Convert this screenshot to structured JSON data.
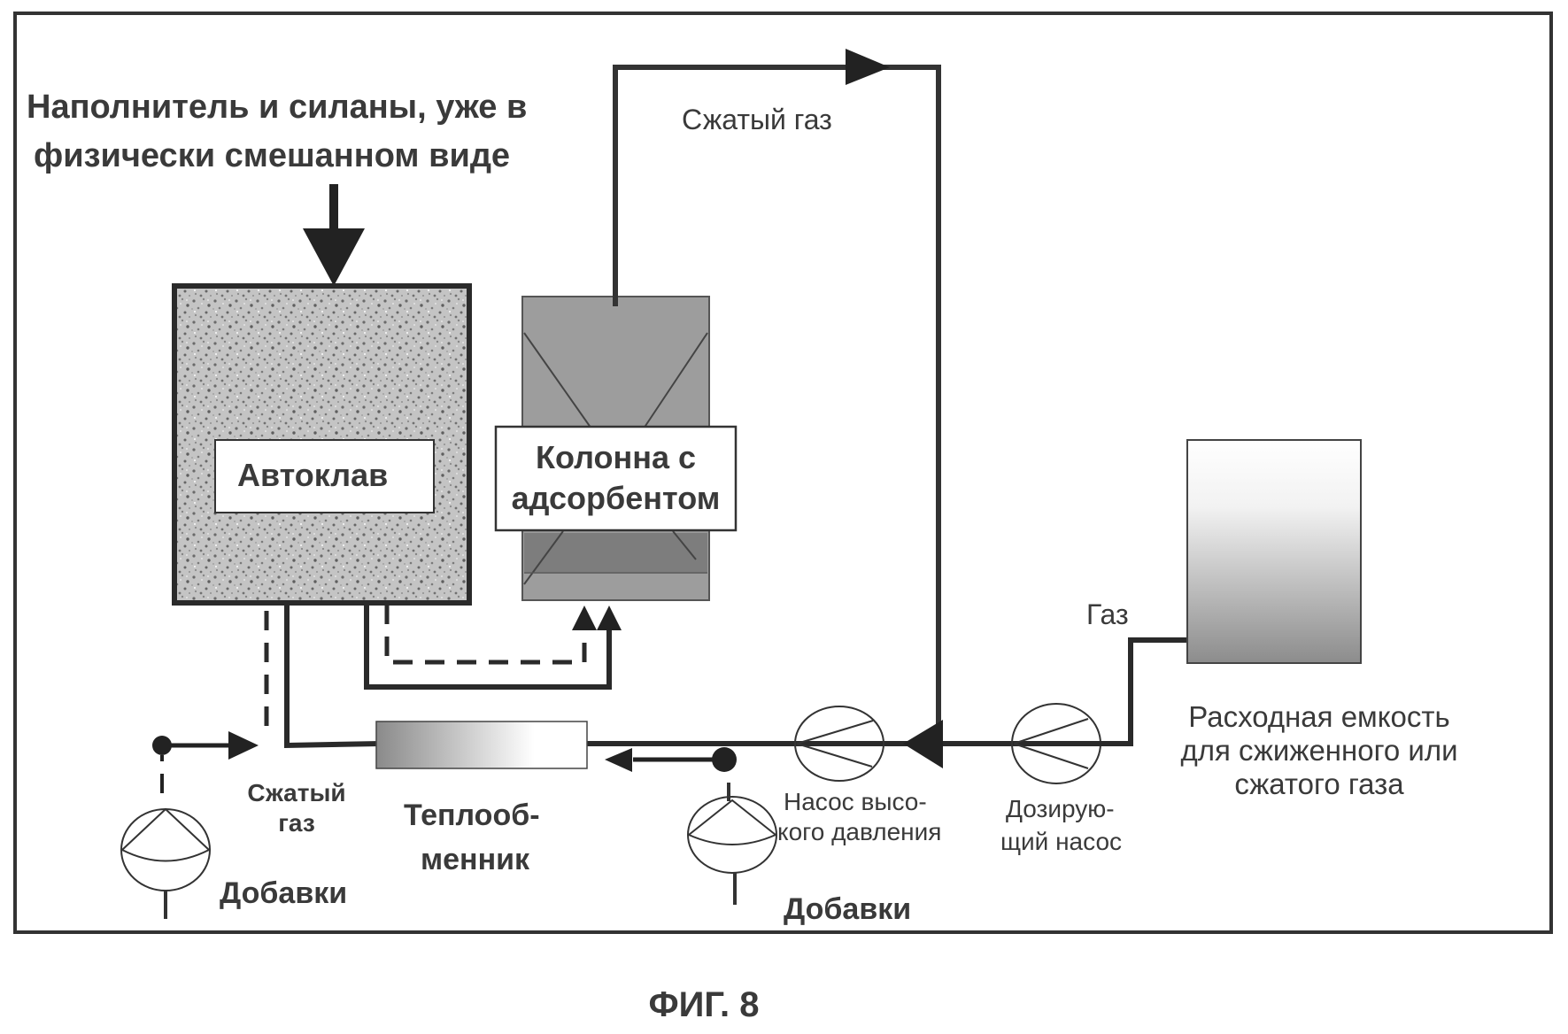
{
  "figure": {
    "caption": "ФИГ. 8",
    "colors": {
      "line": "#2f2f2f",
      "text": "#3a3a3a",
      "autoclave_fill": "#b5b5b5",
      "column_fill": "#9a9a9a",
      "column_band": "#7f7f7f",
      "tank_gradient_top": "#ffffff",
      "tank_gradient_bottom": "#8c8c8c",
      "hx_gradient_left": "#8a8a8a",
      "hx_gradient_right": "#ffffff"
    }
  },
  "labels": {
    "feed_line1": "Наполнитель и силаны, уже в",
    "feed_line2": "физически  смешанном виде",
    "compressed_gas_top": "Сжатый газ",
    "autoclave": "Автоклав",
    "column_line1": "Колонна с",
    "column_line2": "адсорбентом",
    "gas": "Газ",
    "tank_line1": "Расходная емкость",
    "tank_line2": "для сжиженного или",
    "tank_line3": "сжатого газа",
    "compressed_gas_bottom_line1": "Сжатый",
    "compressed_gas_bottom_line2": "газ",
    "heat_exchanger_line1": "Теплооб-",
    "heat_exchanger_line2": "менник",
    "additives_left": "Добавки",
    "additives_right": "Добавки",
    "hp_pump_line1": "Насос высо-",
    "hp_pump_line2": "кого давления",
    "dosing_pump_line1": "Дозирую-",
    "dosing_pump_line2": "щий насос"
  },
  "components": [
    {
      "id": "autoclave",
      "type": "vessel",
      "label_ref": "autoclave"
    },
    {
      "id": "adsorbent-column",
      "type": "column",
      "label_ref": "column"
    },
    {
      "id": "supply-tank",
      "type": "tank",
      "label_ref": "tank"
    },
    {
      "id": "heat-exchanger",
      "type": "heat-exchanger",
      "label_ref": "heat_exchanger"
    },
    {
      "id": "high-pressure-pump",
      "type": "pump",
      "label_ref": "hp_pump"
    },
    {
      "id": "dosing-pump",
      "type": "pump",
      "label_ref": "dosing_pump"
    },
    {
      "id": "additive-pump-left",
      "type": "additive-pump",
      "label_ref": "additives_left"
    },
    {
      "id": "additive-pump-right",
      "type": "additive-pump",
      "label_ref": "additives_right"
    }
  ]
}
